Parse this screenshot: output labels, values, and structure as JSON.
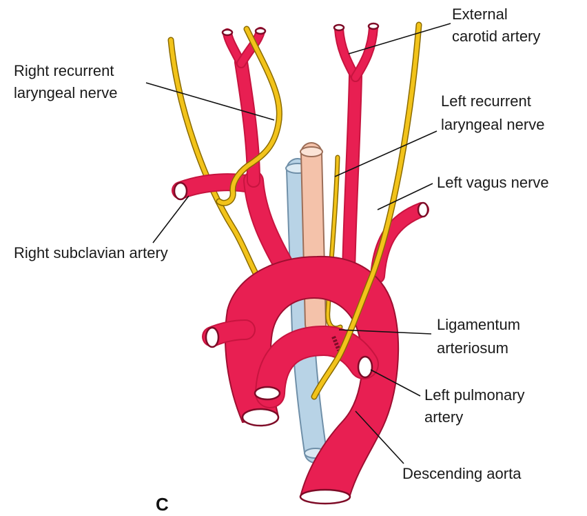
{
  "figure": {
    "panel_letter": "C",
    "labels": {
      "external_carotid": [
        "External",
        "carotid artery"
      ],
      "right_recurrent": [
        "Right recurrent",
        "laryngeal nerve"
      ],
      "left_recurrent": [
        "Left recurrent",
        "laryngeal nerve"
      ],
      "left_vagus": [
        "Left vagus nerve"
      ],
      "right_subclavian": [
        "Right subclavian artery"
      ],
      "ligamentum": [
        "Ligamentum",
        "arteriosum"
      ],
      "left_pulmonary": [
        "Left pulmonary",
        "artery"
      ],
      "descending_aorta": [
        "Descending aorta"
      ]
    },
    "colors": {
      "artery": "#e81f52",
      "artery_outline": "#9e0f31",
      "nerve": "#f2c31a",
      "vein": "#b8d3e6",
      "esophagus": "#f4c2aa"
    }
  }
}
